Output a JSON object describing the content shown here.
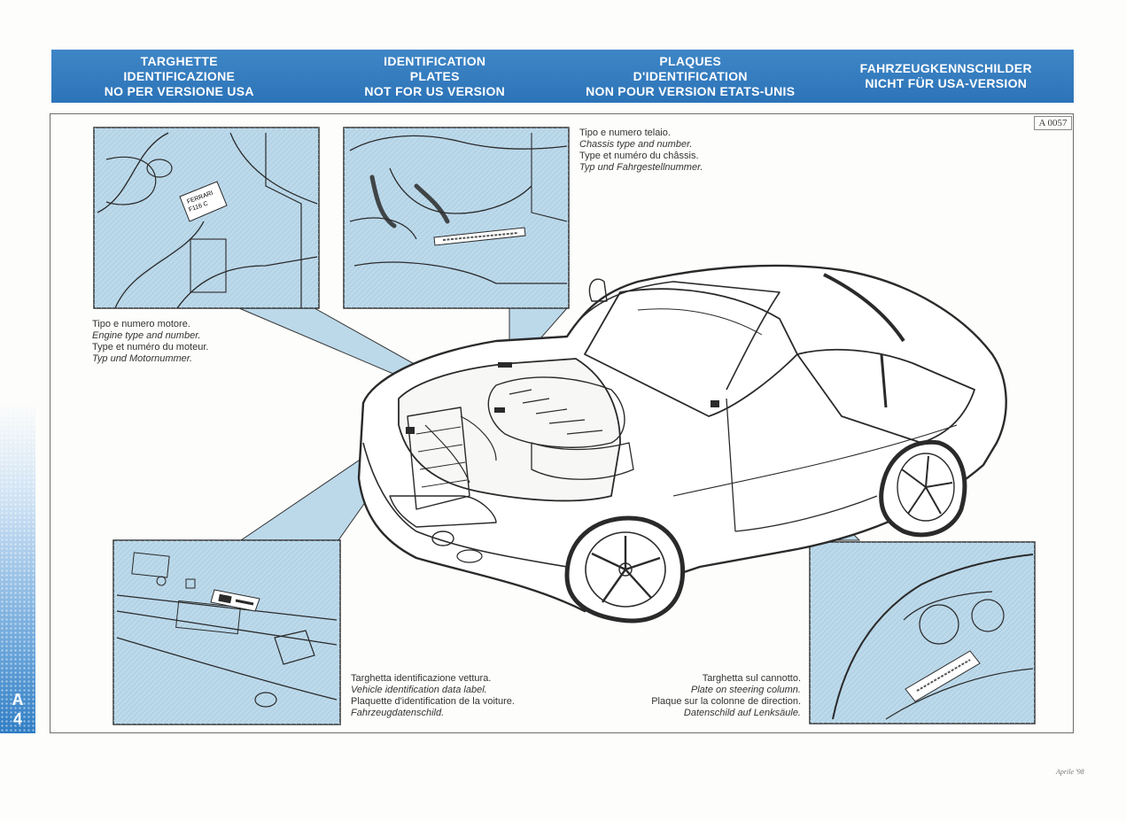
{
  "header": {
    "col1": [
      "TARGHETTE",
      "IDENTIFICAZIONE",
      "NO PER VERSIONE USA"
    ],
    "col2": [
      "IDENTIFICATION",
      "PLATES",
      "NOT FOR US VERSION"
    ],
    "col3": [
      "PLAQUES",
      "D'IDENTIFICATION",
      "NON POUR VERSION ETATS-UNIS"
    ],
    "col4": [
      "FAHRZEUGKENNSCHILDER",
      "NICHT FÜR USA-VERSION"
    ]
  },
  "figure_ref": "A 0057",
  "side_tab": {
    "letter": "A",
    "number": "4"
  },
  "captions": {
    "chassis": [
      "Tipo e numero telaio.",
      "Chassis type and number.",
      "Type et numéro du châssis.",
      "Typ und Fahrgestellnummer."
    ],
    "engine": [
      "Tipo e numero motore.",
      "Engine type and number.",
      "Type et numéro du moteur.",
      "Typ und Motornummer."
    ],
    "vehicle_label": [
      "Targhetta identificazione vettura.",
      "Vehicle identification data label.",
      "Plaquette d'identification de la voiture.",
      "Fahrzeugdatenschild."
    ],
    "steering_plate": [
      "Targhetta sul cannotto.",
      "Plate on steering column.",
      "Plaque sur la colonne de direction.",
      "Datenschild auf Lenksäule."
    ]
  },
  "plate_texts": {
    "engine_plate": [
      "FERRARI",
      "F116 C"
    ]
  },
  "footer": "Aprile '98",
  "colors": {
    "banner": "#2f78bb",
    "panel_fill": "#bcd9ea",
    "line": "#2a2a2a"
  }
}
